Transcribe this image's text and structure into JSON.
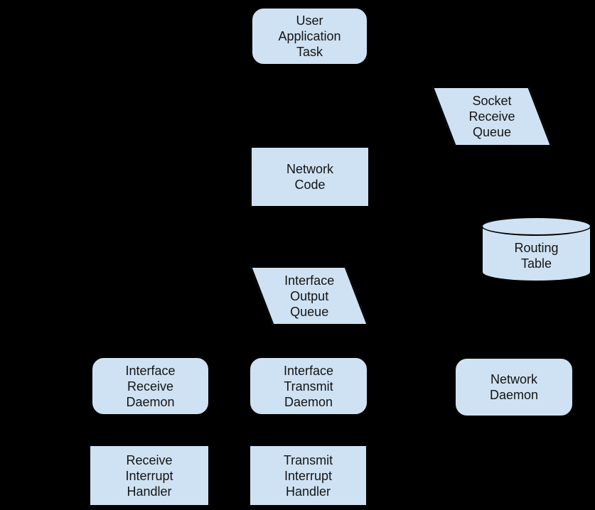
{
  "canvas": {
    "background": "#000000"
  },
  "palette": {
    "canvas_bg": "#000000",
    "shape_fill": "#cfe2f3",
    "shape_border": "#000000",
    "text_color": "#141414"
  },
  "diagram": {
    "description": "Network stack task/queue flow diagram on black background",
    "nodes": [
      {
        "id": "user-application-task",
        "type": "rounded-rect",
        "lines": [
          "User",
          "Application",
          "Task"
        ]
      },
      {
        "id": "socket-receive-queue",
        "type": "parallelogram",
        "lines": [
          "Socket",
          "Receive",
          "Queue"
        ]
      },
      {
        "id": "network-code",
        "type": "rectangle",
        "lines": [
          "Network",
          "Code"
        ]
      },
      {
        "id": "routing-table",
        "type": "cylinder",
        "lines": [
          "Routing",
          "Table"
        ]
      },
      {
        "id": "interface-output-queue",
        "type": "parallelogram",
        "lines": [
          "Interface",
          "Output",
          "Queue"
        ]
      },
      {
        "id": "interface-receive-daemon",
        "type": "rounded-rect",
        "lines": [
          "Interface",
          "Receive",
          "Daemon"
        ]
      },
      {
        "id": "interface-transmit-daemon",
        "type": "rounded-rect",
        "lines": [
          "Interface",
          "Transmit",
          "Daemon"
        ]
      },
      {
        "id": "network-daemon",
        "type": "rounded-rect",
        "lines": [
          "Network",
          "Daemon"
        ]
      },
      {
        "id": "receive-interrupt-handler",
        "type": "rectangle",
        "lines": [
          "Receive",
          "Interrupt",
          "Handler"
        ]
      },
      {
        "id": "transmit-interrupt-handler",
        "type": "rectangle",
        "lines": [
          "Transmit",
          "Interrupt",
          "Handler"
        ]
      }
    ]
  }
}
